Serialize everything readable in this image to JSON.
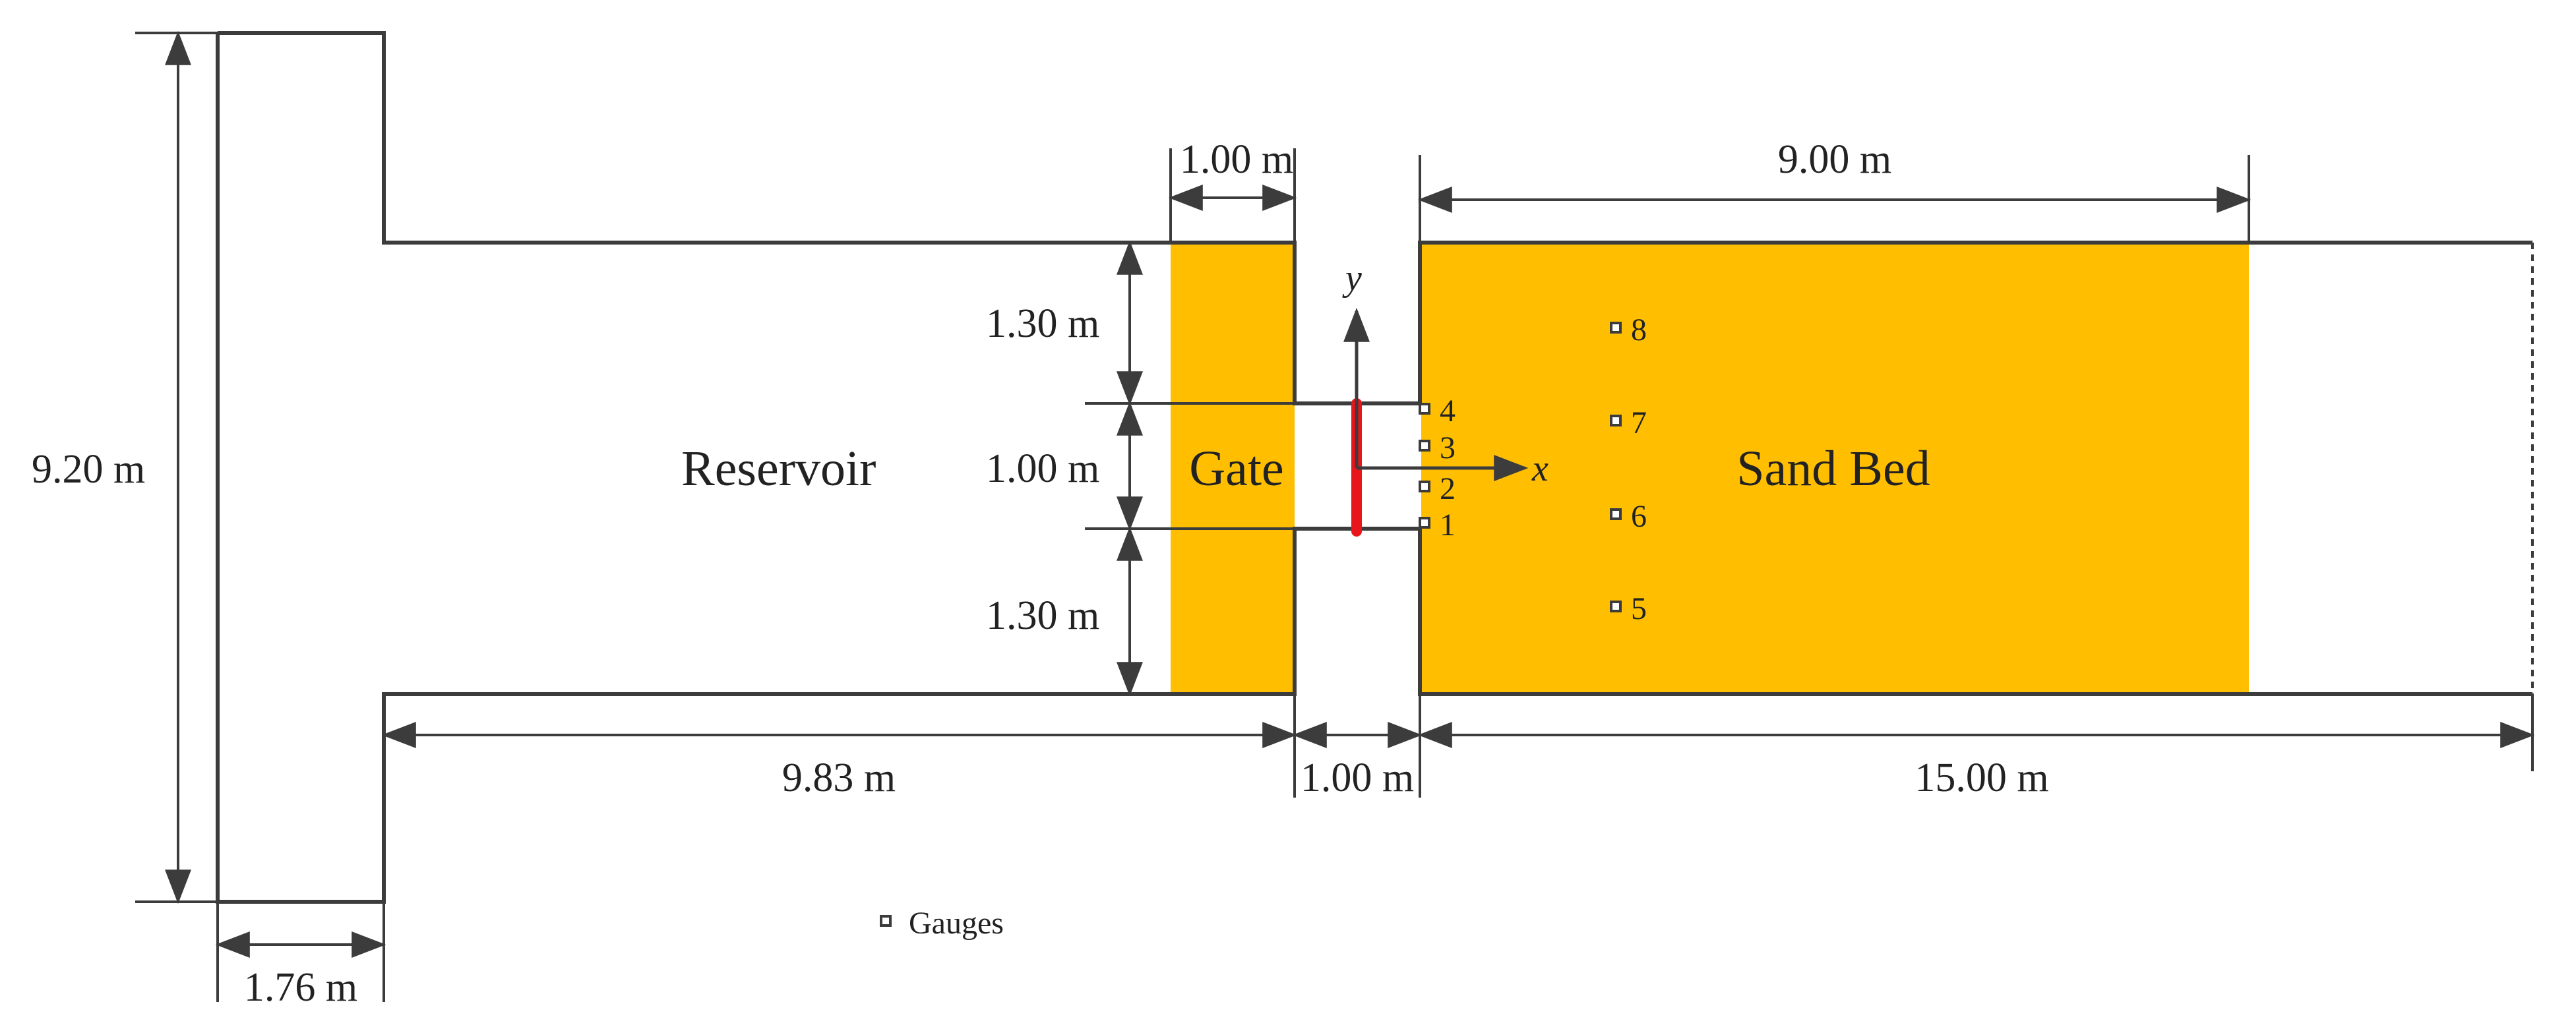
{
  "labels": {
    "reservoir": "Reservoir",
    "gate": "Gate",
    "sand_bed": "Sand Bed",
    "legend_gauges": "Gauges",
    "axis_x": "x",
    "axis_y": "y"
  },
  "dimensions": {
    "total_height": "9.20 m",
    "reservoir_tail_width": "1.76 m",
    "gate_sand_width": "1.00 m",
    "sand_bed_length": "9.00 m",
    "upper_wall_gap": "1.30 m",
    "opening_width": "1.00 m",
    "lower_wall_gap": "1.30 m",
    "reservoir_length": "9.83 m",
    "gate_gap": "1.00 m",
    "downstream_length": "15.00 m"
  },
  "gauges": [
    "1",
    "2",
    "3",
    "4",
    "5",
    "6",
    "7",
    "8"
  ],
  "colors": {
    "sand": "#ffbf00",
    "gate": "#e8151b",
    "lines": "#3c3c3c"
  }
}
